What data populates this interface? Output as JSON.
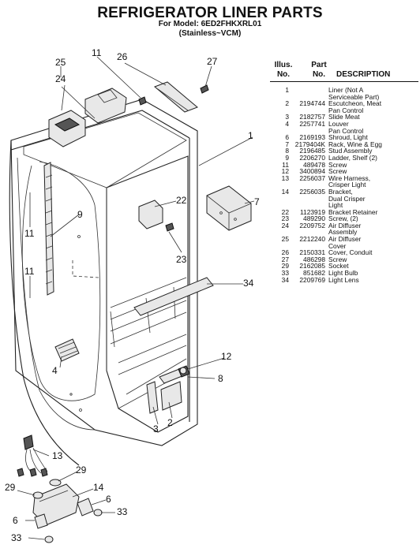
{
  "header": {
    "title": "REFRIGERATOR LINER PARTS",
    "model_line": "For Model: 6ED2FHKXRL01",
    "variant_line": "(Stainless~VCM)"
  },
  "table": {
    "col_illus": "Illus.",
    "col_illus_2": "No.",
    "col_part": "Part",
    "col_part_2": "No.",
    "col_desc": "DESCRIPTION",
    "rows": [
      {
        "illus": "1",
        "part": "",
        "desc": "Liner (Not A\nServiceable Part)"
      },
      {
        "illus": "2",
        "part": "2194744",
        "desc": "Escutcheon, Meat\nPan Control"
      },
      {
        "illus": "3",
        "part": "2182757",
        "desc": "Slide Meat"
      },
      {
        "illus": "4",
        "part": "2257741",
        "desc": "Louver\nPan Control"
      },
      {
        "illus": "6",
        "part": "2169193",
        "desc": "Shroud, Light"
      },
      {
        "illus": "7",
        "part": "2179404K",
        "desc": "Rack, Wine & Egg"
      },
      {
        "illus": "8",
        "part": "2196485",
        "desc": "Stud Assembly"
      },
      {
        "illus": "9",
        "part": "2206270",
        "desc": "Ladder, Shelf (2)"
      },
      {
        "illus": "11",
        "part": "489478",
        "desc": "Screw"
      },
      {
        "illus": "12",
        "part": "3400894",
        "desc": "Screw"
      },
      {
        "illus": "13",
        "part": "2256037",
        "desc": "Wire Harness,\nCrisper Light"
      },
      {
        "illus": "14",
        "part": "2256035",
        "desc": "Bracket,\nDual Crisper\nLight"
      },
      {
        "illus": "22",
        "part": "1123919",
        "desc": "Bracket Retainer"
      },
      {
        "illus": "23",
        "part": "489290",
        "desc": "Screw, (2)"
      },
      {
        "illus": "24",
        "part": "2209752",
        "desc": "Air Diffuser\nAssembly"
      },
      {
        "illus": "25",
        "part": "2212240",
        "desc": "Air Diffuser\nCover"
      },
      {
        "illus": "26",
        "part": "2150331",
        "desc": "Cover, Conduit"
      },
      {
        "illus": "27",
        "part": "486298",
        "desc": "Screw"
      },
      {
        "illus": "29",
        "part": "2162085",
        "desc": "Socket"
      },
      {
        "illus": "33",
        "part": "851682",
        "desc": "Light Bulb"
      },
      {
        "illus": "34",
        "part": "2209769",
        "desc": "Light Lens"
      }
    ]
  },
  "callouts": {
    "c25": "25",
    "c24": "24",
    "c11a": "11",
    "c26": "26",
    "c27": "27",
    "c1": "1",
    "c9": "9",
    "c11b": "11",
    "c11c": "11",
    "c22": "22",
    "c23": "23",
    "c7": "7",
    "c34": "34",
    "c4": "4",
    "c12": "12",
    "c8": "8",
    "c3": "3",
    "c2": "2",
    "c13": "13",
    "c29a": "29",
    "c29b": "29",
    "c14": "14",
    "c6a": "6",
    "c33a": "33",
    "c6b": "6",
    "c33b": "33"
  }
}
